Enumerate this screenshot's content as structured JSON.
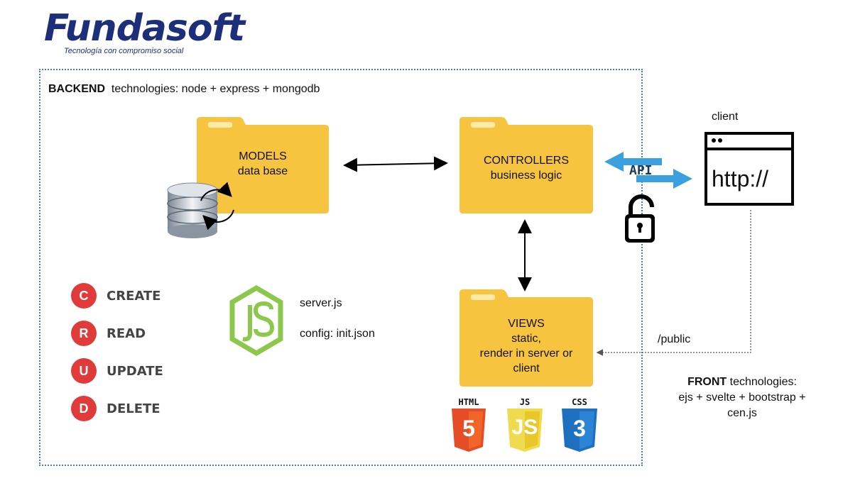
{
  "logo": {
    "name": "Fundasoft",
    "tagline": "Tecnología con compromiso social"
  },
  "backend": {
    "title_bold": "BACKEND",
    "title_rest": "technologies: node + express + mongodb"
  },
  "folders": {
    "models": {
      "line1": "MODELS",
      "line2": "data base"
    },
    "controllers": {
      "line1": "CONTROLLERS",
      "line2": "business logic"
    },
    "views": {
      "line1": "VIEWS",
      "line2": "static,",
      "line3": "render in server or",
      "line4": "client"
    }
  },
  "crud": [
    {
      "letter": "C",
      "label": "CREATE"
    },
    {
      "letter": "R",
      "label": "READ"
    },
    {
      "letter": "U",
      "label": "UPDATE"
    },
    {
      "letter": "D",
      "label": "DELETE"
    }
  ],
  "node": {
    "file1": "server.js",
    "file2": "config: init.json"
  },
  "tech_icons": {
    "html": "HTML",
    "js": "JS",
    "css": "CSS",
    "html_num": "5",
    "css_num": "3"
  },
  "api_label": "API",
  "client": {
    "label": "client",
    "url": "http://"
  },
  "public_path": "/public",
  "front": {
    "title_bold": "FRONT",
    "title_rest": "technologies:",
    "line2": "ejs + svelte + bootstrap +",
    "line3": "cen.js"
  },
  "colors": {
    "folder": "#f7c440",
    "folder_tab": "#f5d36b",
    "logo": "#1d2f7a",
    "crud": "#e03a3a",
    "api_arrow": "#3aa0de",
    "node_green": "#8cc84b",
    "html": "#e44d26",
    "js": "#f0db4f",
    "css": "#1f6fbf"
  }
}
